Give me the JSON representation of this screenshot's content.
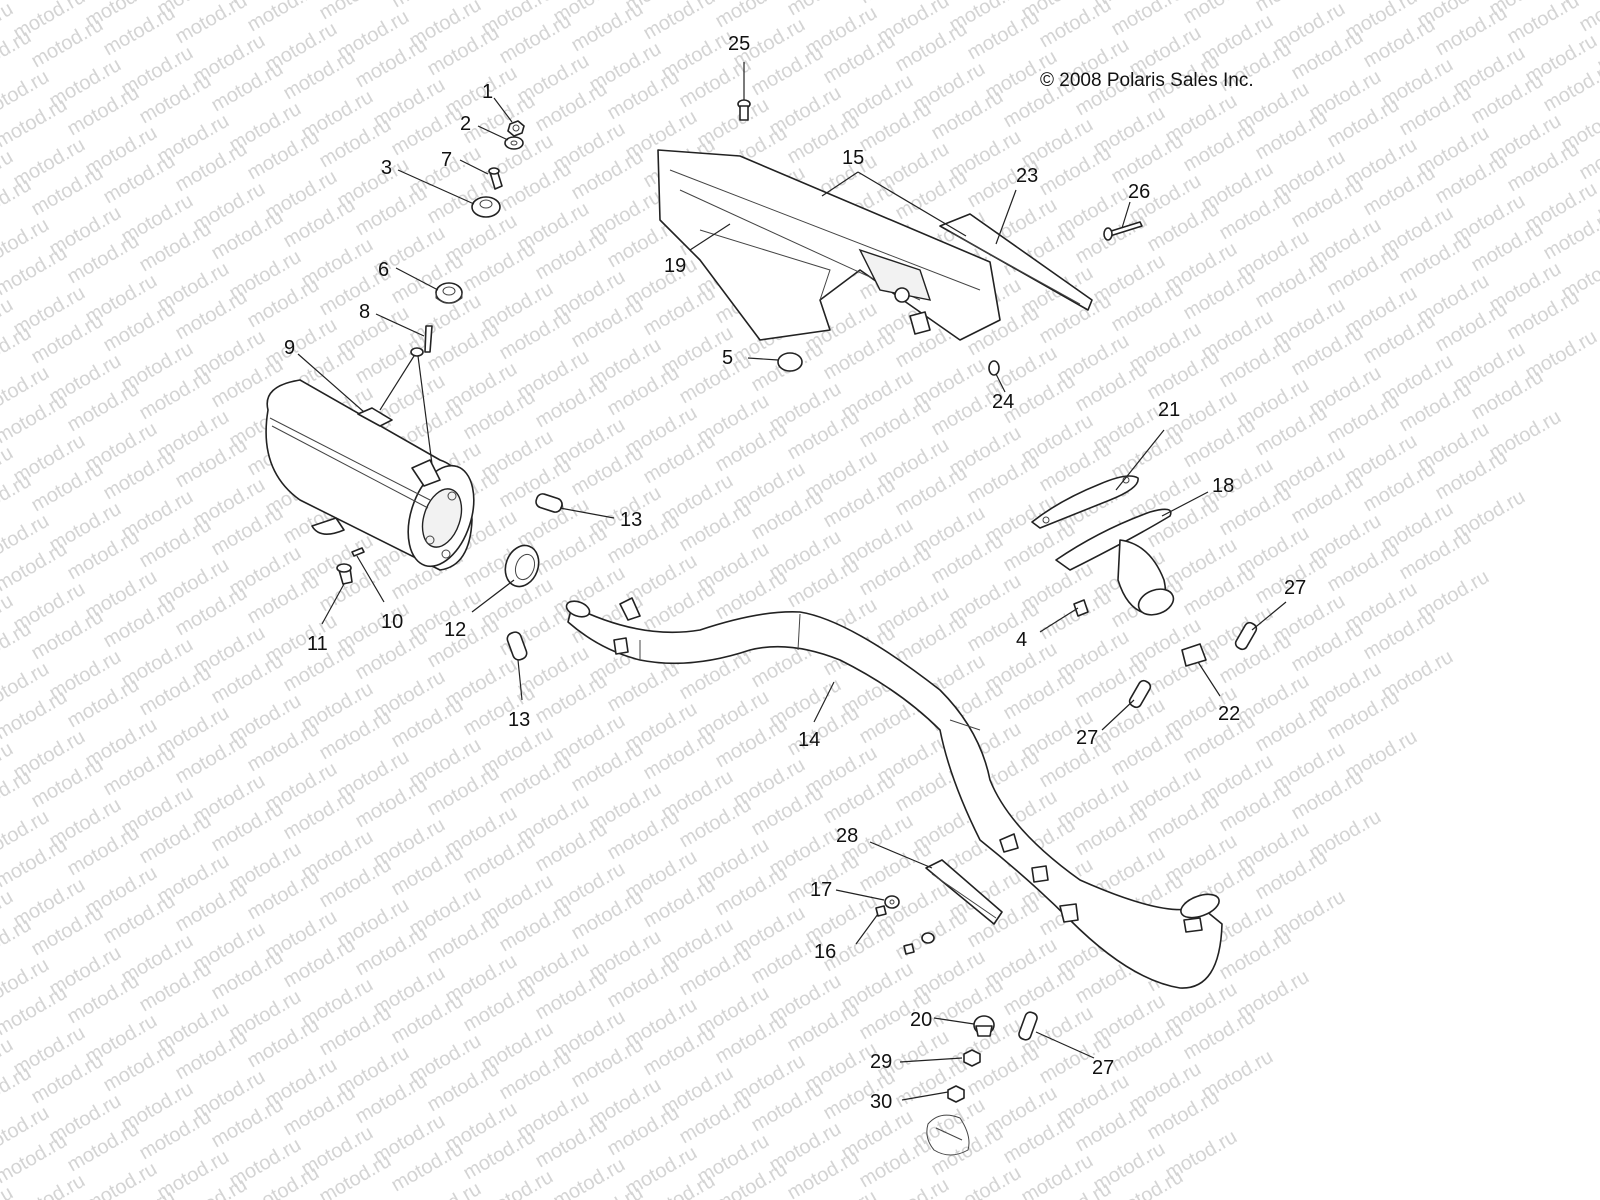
{
  "copyright": "© 2008 Polaris Sales Inc.",
  "watermark": "motod.ru",
  "callouts": [
    "1",
    "2",
    "3",
    "4",
    "5",
    "6",
    "7",
    "8",
    "9",
    "10",
    "11",
    "12",
    "13",
    "13",
    "14",
    "15",
    "16",
    "17",
    "18",
    "19",
    "20",
    "21",
    "22",
    "23",
    "24",
    "25",
    "26",
    "27",
    "27",
    "27",
    "28",
    "29",
    "30"
  ]
}
